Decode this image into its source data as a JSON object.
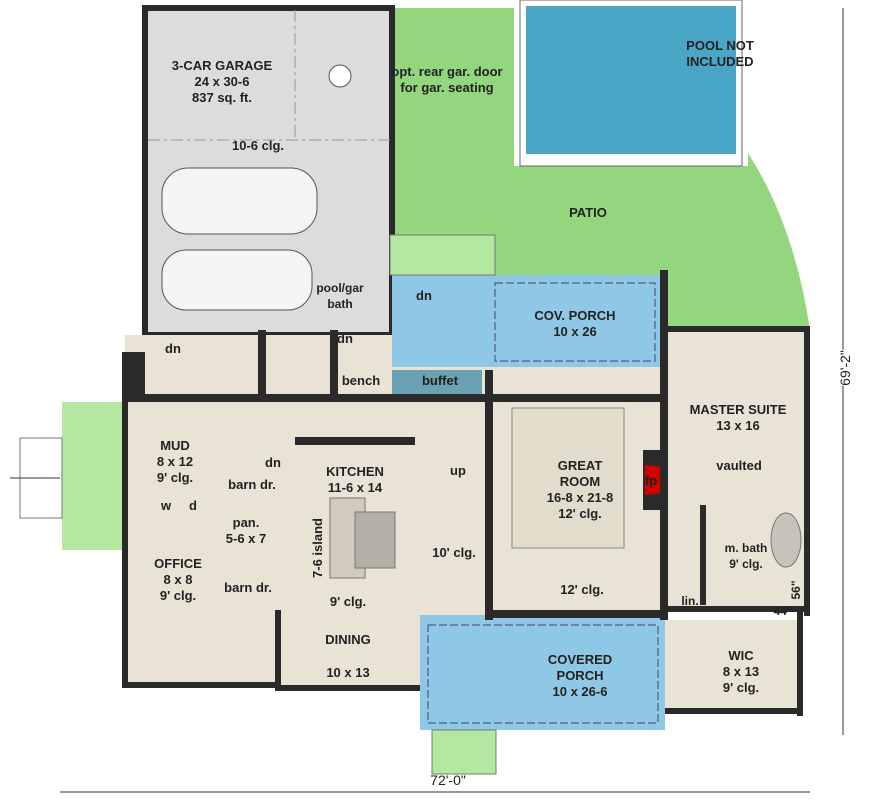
{
  "colors": {
    "garage": "#dcdcdc",
    "lawn": "#93d67e",
    "pool": "#4aa6c6",
    "porch": "#8fc8e6",
    "buffet": "#6aa2b3",
    "floor": "#e9e3d5",
    "wall": "#2a2a2a",
    "fireplace": "#d40000",
    "entry": "#b4e8a0"
  },
  "rooms": {
    "garage": {
      "name": "3-CAR GARAGE",
      "size": "24 x 30-6",
      "area": "837 sq. ft.",
      "ceiling": "10-6 clg."
    },
    "garage_note": {
      "line1": "opt. rear gar. door",
      "line2": "for gar. seating"
    },
    "pool_note": {
      "line1": "POOL NOT",
      "line2": "INCLUDED"
    },
    "patio": "PATIO",
    "cov_porch_rear": {
      "name": "COV. PORCH",
      "size": "10 x 26"
    },
    "pool_bath": {
      "line1": "pool/gar",
      "line2": "bath"
    },
    "buffet": "buffet",
    "bench": "bench",
    "mud": {
      "name": "MUD",
      "size": "8 x 12",
      "ceiling": "9' clg."
    },
    "washer": "w",
    "dryer": "d",
    "barn_door_upper": "barn dr.",
    "barn_door_lower": "barn dr.",
    "pantry": {
      "name": "pan.",
      "size": "5-6 x 7"
    },
    "kitchen": {
      "name": "KITCHEN",
      "size": "11-6 x 14"
    },
    "island": "7-6 island",
    "office": {
      "name": "OFFICE",
      "size": "8 x 8",
      "ceiling": "9' clg."
    },
    "dining": {
      "name": "DINING",
      "size": "10 x 13"
    },
    "kitchen_ceiling": "9' clg.",
    "hall_ceiling": "10' clg.",
    "great_room": {
      "name1": "GREAT",
      "name2": "ROOM",
      "size": "16-8 x 21-8",
      "ceiling": "12' clg."
    },
    "great_room_lower_ceiling": "12' clg.",
    "fireplace": "fp",
    "master": {
      "name": "MASTER SUITE",
      "size": "13 x 16",
      "ceiling": "vaulted"
    },
    "master_bath": {
      "name": "m. bath",
      "ceiling": "9' clg."
    },
    "shower_width": "44\"",
    "shower_depth": "56\"",
    "linen": "lin.",
    "wic": {
      "name": "WIC",
      "size": "8 x 13",
      "ceiling": "9' clg."
    },
    "covered_porch": {
      "name": "COVERED",
      "name2": "PORCH",
      "size": "10 x 26-6"
    }
  },
  "stairs": {
    "down_labels": [
      "dn",
      "dn",
      "dn",
      "dn"
    ],
    "up_label": "up"
  },
  "dimensions": {
    "width": "72'-0\"",
    "depth": "69'-2\""
  }
}
